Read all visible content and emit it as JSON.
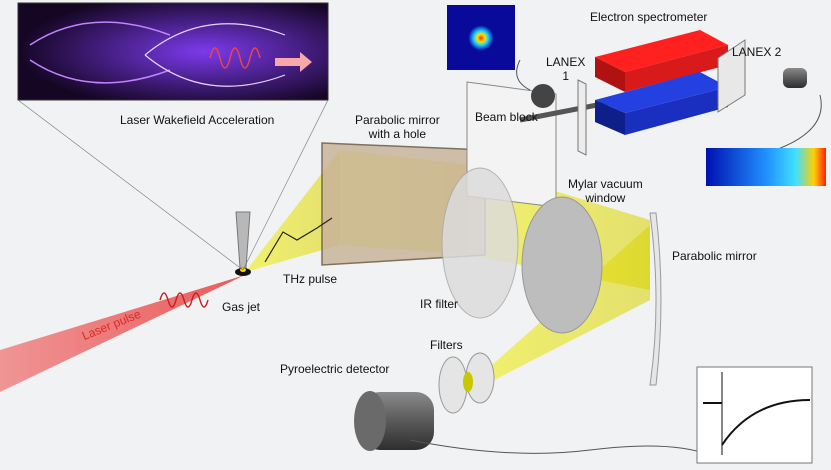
{
  "labels": {
    "wakefield": "Laser Wakefield Acceleration",
    "parabolic_hole": "Parabolic mirror\nwith a hole",
    "beam_block": "Beam block",
    "electron_spectrometer": "Electron spectrometer",
    "lanex1": "LANEX\n1",
    "lanex2": "LANEX 2",
    "mylar": "Mylar vacuum\nwindow",
    "parabolic_mirror": "Parabolic mirror",
    "thz": "THz pulse",
    "gas_jet": "Gas jet",
    "laser_pulse": "Laser pulse",
    "ir_filter": "IR filter",
    "filters": "Filters",
    "pyro": "Pyroelectric detector"
  },
  "colors": {
    "laser": "#e84a4a",
    "thz_beam": "#e8e000",
    "magnet_top": "#e01818",
    "magnet_bottom": "#1a2fc0",
    "wakefield_bg": "#1a0830",
    "wakefield_glow": "#a855f7"
  },
  "icons": [
    "wakefield-simulation-image",
    "electron-beam-profile-image",
    "electron-spectrum-image",
    "detector-signal-plot"
  ]
}
